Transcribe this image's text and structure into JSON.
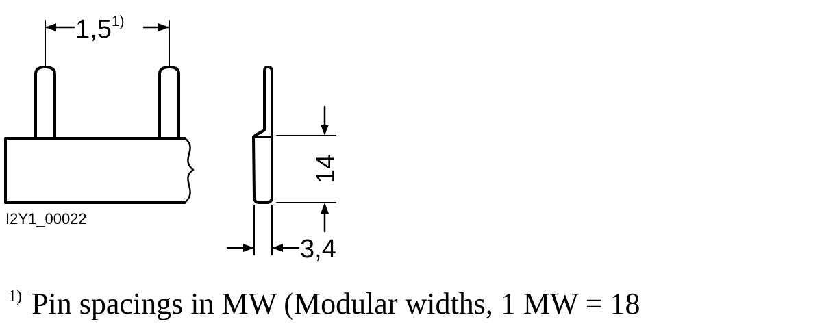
{
  "drawing_id": "I2Y1_00022",
  "dimensions": {
    "pin_spacing": "1,5",
    "pin_spacing_note_marker": "1)",
    "height": "14",
    "thickness": "3,4"
  },
  "footnote": {
    "marker": "1)",
    "text": "Pin spacings in MW (Modular widths, 1 MW = 18"
  }
}
